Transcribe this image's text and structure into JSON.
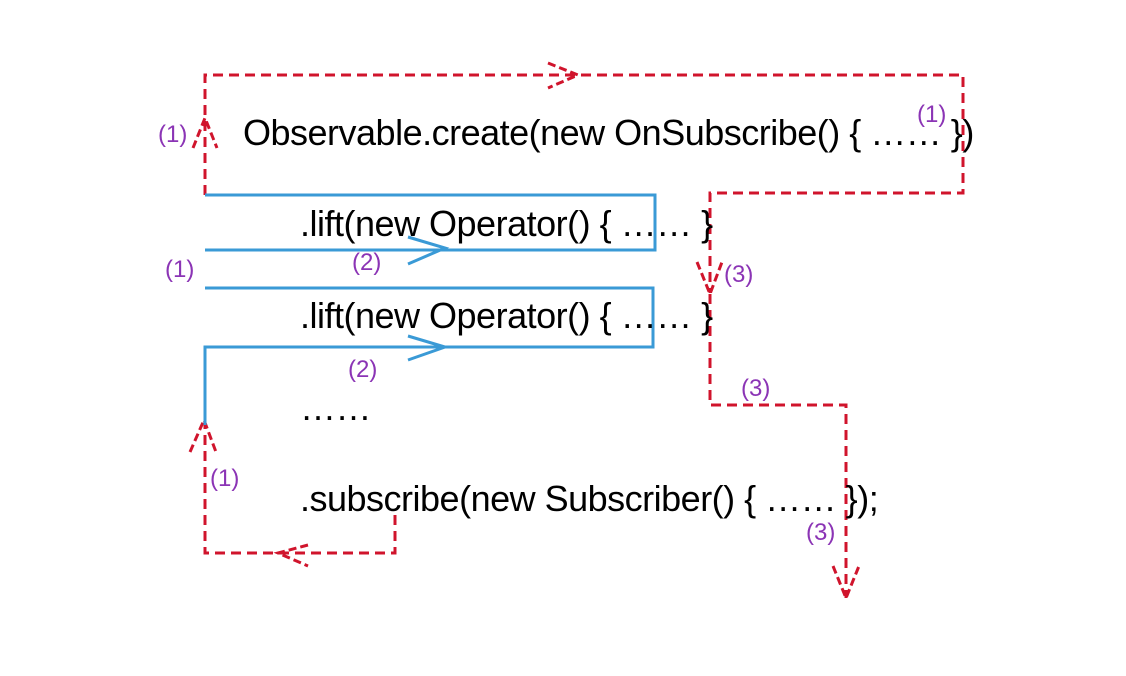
{
  "colors": {
    "text": "#000000",
    "step_label": "#8b34b5",
    "call_chain": "#d0142c",
    "lift_flow": "#3a9ad6"
  },
  "code_lines": {
    "create": "Observable.create(new OnSubscribe() { …… })",
    "lift_1": ".lift(new Operator() { …… }",
    "lift_2": ".lift(new Operator() { …… }",
    "ellipsis": "……",
    "subscribe": ".subscribe(new Subscriber() { …… });"
  },
  "step_labels": {
    "one_top_left": "(1)",
    "one_top_right": "(1)",
    "one_middle": "(1)",
    "one_bottom": "(1)",
    "two_first": "(2)",
    "two_second": "(2)",
    "three_first": "(3)",
    "three_second": "(3)",
    "three_third": "(3)"
  }
}
